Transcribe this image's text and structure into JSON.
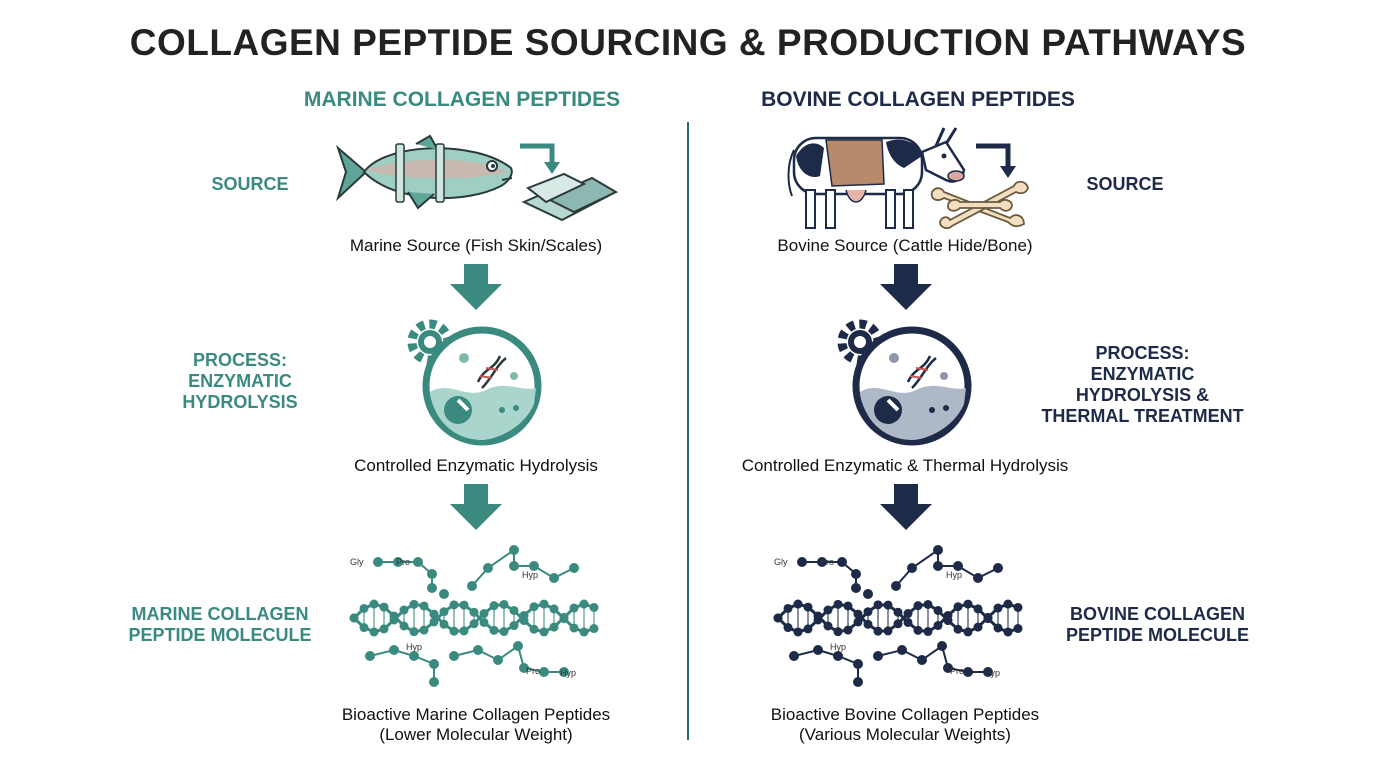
{
  "title": "COLLAGEN PEPTIDE SOURCING & PRODUCTION PATHWAYS",
  "colors": {
    "marine": "#3a8a80",
    "bovine": "#1d2b48",
    "divider": "#2e6b6a"
  },
  "marine": {
    "heading": "MARINE COLLAGEN PEPTIDES",
    "source_label": "SOURCE",
    "source_caption": "Marine Source (Fish Skin/Scales)",
    "process_label": [
      "PROCESS:",
      "ENZYMATIC",
      "HYDROLYSIS"
    ],
    "process_caption": "Controlled Enzymatic Hydrolysis",
    "molecule_label": [
      "MARINE COLLAGEN",
      "PEPTIDE MOLECULE"
    ],
    "result_caption": [
      "Bioactive Marine Collagen Peptides",
      "(Lower Molecular Weight)"
    ],
    "mol_tags": [
      "Gly",
      "Pro",
      "Hyp",
      "Hyp",
      "Pro",
      "Hyp"
    ]
  },
  "bovine": {
    "heading": "BOVINE COLLAGEN PEPTIDES",
    "source_label": "SOURCE",
    "source_caption": "Bovine Source (Cattle Hide/Bone)",
    "process_label": [
      "PROCESS:",
      "ENZYMATIC",
      "HYDROLYSIS &",
      "THERMAL TREATMENT"
    ],
    "process_caption": "Controlled Enzymatic & Thermal Hydrolysis",
    "molecule_label": [
      "BOVINE COLLAGEN",
      "PEPTIDE MOLECULE"
    ],
    "result_caption": [
      "Bioactive Bovine Collagen Peptides",
      "(Various Molecular Weights)"
    ],
    "mol_tags": [
      "Gly",
      "Pro",
      "Hyp",
      "Hyp",
      "Pro",
      "Hyp"
    ]
  }
}
